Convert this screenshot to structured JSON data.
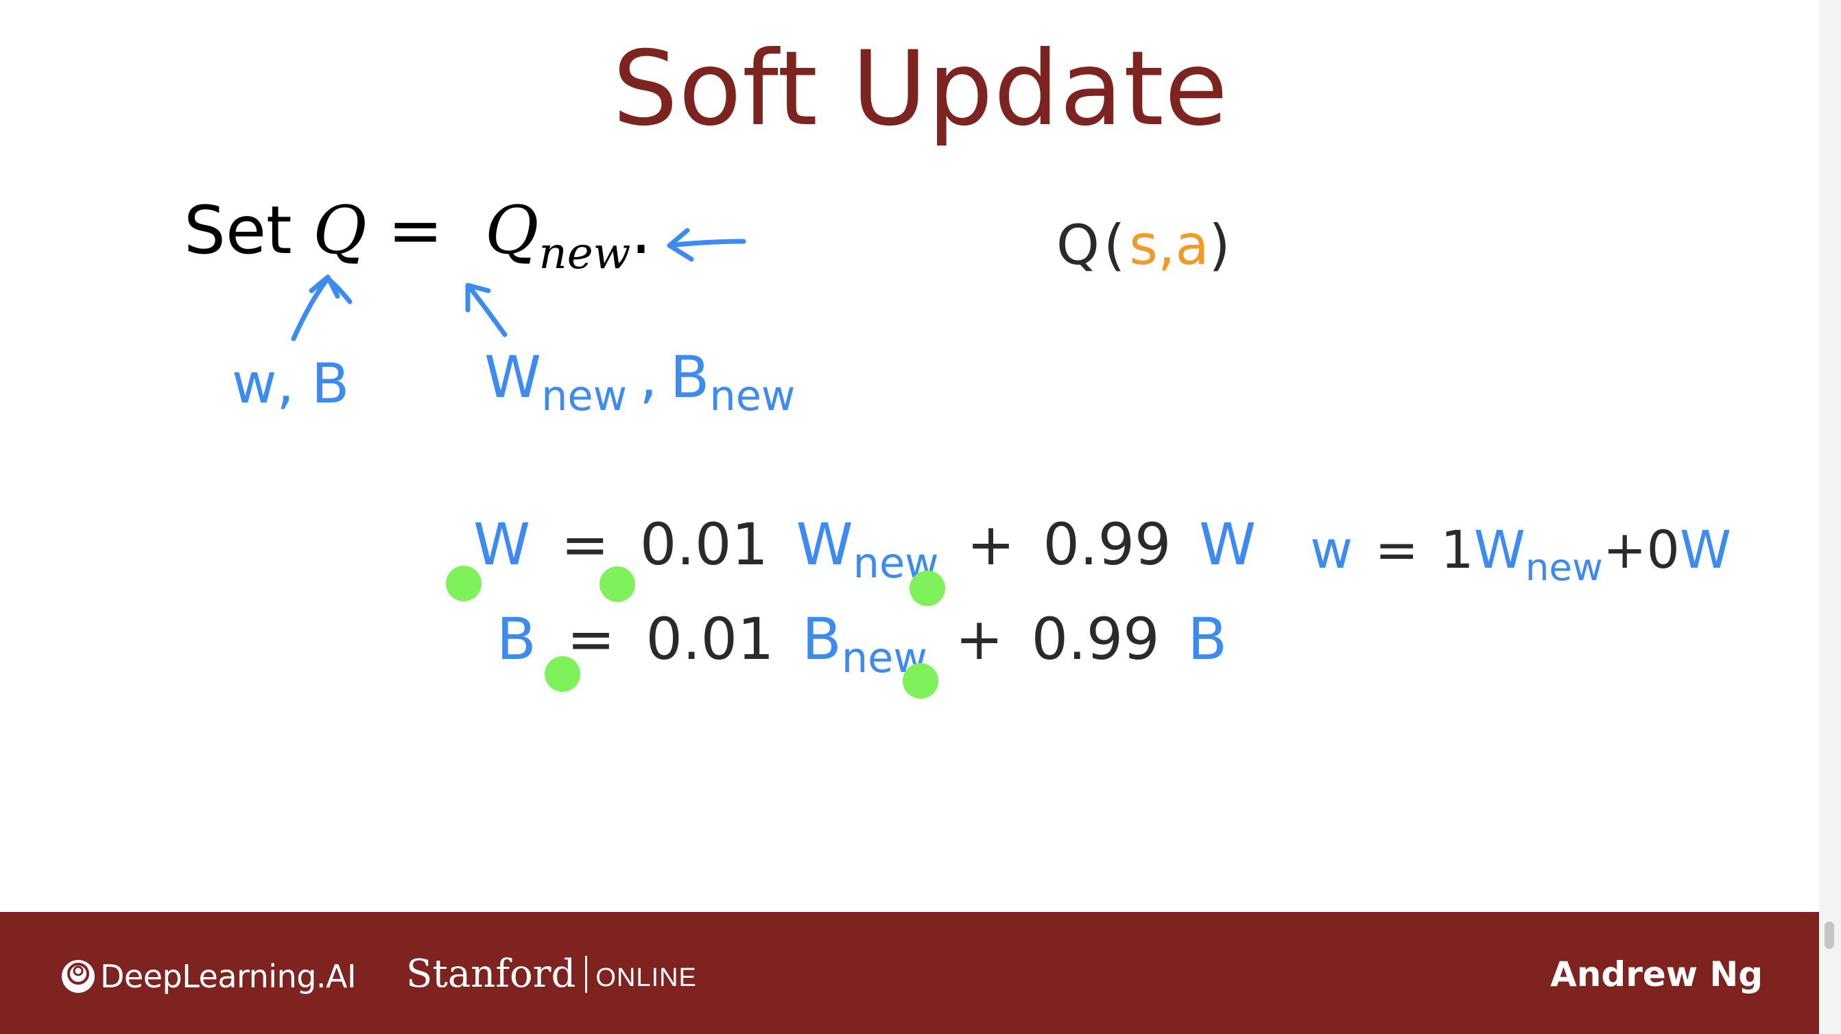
{
  "slide": {
    "title": "Soft Update",
    "formula": {
      "set": "Set",
      "q": "Q",
      "eq": "=",
      "q_new_base": "Q",
      "q_new_sub": "new",
      "period": "."
    },
    "annotations": {
      "q_sa": {
        "q": "Q",
        "open": "(",
        "s": "s",
        "comma": ",",
        "a": "a",
        "close": ")"
      },
      "wb": "w, B",
      "w_new": {
        "base": "W",
        "sub": "new",
        "sep": ",",
        "b_base": "B",
        "b_sub": "new"
      }
    },
    "update_w": {
      "lhs": "W",
      "eq": "=",
      "coef1": "0.01",
      "term1_base": "W",
      "term1_sub": "new",
      "plus": "+",
      "coef2": "0.99",
      "term2": "W"
    },
    "update_b": {
      "lhs": "B",
      "eq": "=",
      "coef1": "0.01",
      "term1_base": "B",
      "term1_sub": "new",
      "plus": "+",
      "coef2": "0.99",
      "term2": "B"
    },
    "side_eq": {
      "lhs": "w",
      "eq": "=",
      "one": "1",
      "base": "W",
      "sub": "new",
      "plus": "+",
      "zero": "0",
      "w": "W"
    }
  },
  "footer": {
    "brand": "DeepLearning.AI",
    "university": "Stanford",
    "online": "ONLINE",
    "author": "Andrew Ng"
  },
  "colors": {
    "title": "#7e2420",
    "footer_bg": "#7e231f",
    "ink_blue": "#3e8bef",
    "ink_orange": "#f09a2c",
    "dot_green": "#7ff15a"
  },
  "icons": {
    "brand_logo": "deeplearning-logo-icon",
    "arrow": "hand-drawn-arrow-icon"
  }
}
